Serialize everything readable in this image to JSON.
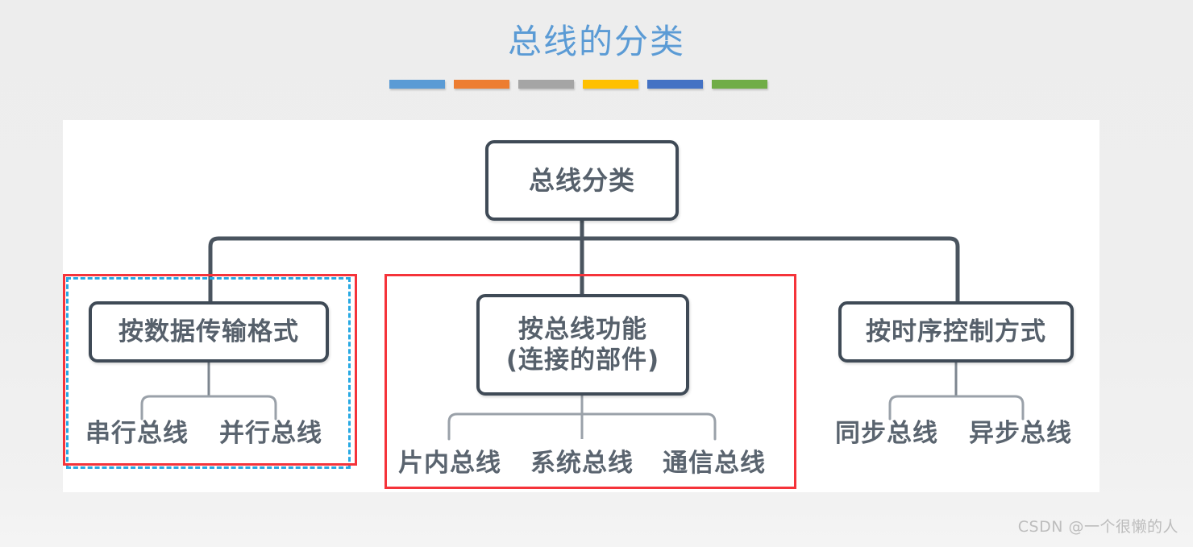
{
  "slide": {
    "title": "总线的分类",
    "title_color": "#5B9BD5",
    "background_color": "#EEEEEE",
    "panel_color": "#FFFFFF"
  },
  "title_rule": {
    "segments": [
      {
        "name": "bar-blue-light",
        "color": "#5B9BD5"
      },
      {
        "name": "bar-orange",
        "color": "#ED7D31"
      },
      {
        "name": "bar-gray",
        "color": "#A5A5A5"
      },
      {
        "name": "bar-gold",
        "color": "#FFC000"
      },
      {
        "name": "bar-blue-dark",
        "color": "#4472C4"
      },
      {
        "name": "bar-green",
        "color": "#70AD47"
      }
    ]
  },
  "diagram": {
    "node_border_color": "#3F4A56",
    "node_text_color": "#56606B",
    "connector_color": "#4A545F",
    "bracket_color": "#9AA1A9",
    "root": {
      "label": "总线分类"
    },
    "branches": [
      {
        "id": "branch-data-format",
        "label": "按数据传输格式",
        "label_line2": "",
        "leaves": [
          "串行总线",
          "并行总线"
        ]
      },
      {
        "id": "branch-bus-function",
        "label": "按总线功能",
        "label_line2": "(连接的部件)",
        "leaves": [
          "片内总线",
          "系统总线",
          "通信总线"
        ]
      },
      {
        "id": "branch-timing-control",
        "label": "按时序控制方式",
        "label_line2": "",
        "leaves": [
          "同步总线",
          "异步总线"
        ]
      }
    ]
  },
  "annotations": [
    {
      "name": "highlight-red-left",
      "style": "solid",
      "color": "#F5333A"
    },
    {
      "name": "highlight-blue-dashed-left",
      "style": "dashed",
      "color": "#27A9E3"
    },
    {
      "name": "highlight-red-middle",
      "style": "solid",
      "color": "#F5333A"
    }
  ],
  "watermark": {
    "text": "CSDN @一个很懒的人"
  }
}
